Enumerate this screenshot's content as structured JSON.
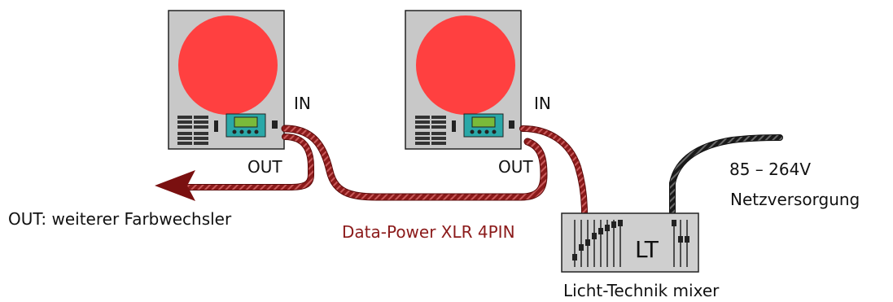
{
  "labels": {
    "in_1": "IN",
    "in_2": "IN",
    "out_1": "OUT",
    "out_2": "OUT",
    "out_caption": "OUT: weiterer Farbwechsler",
    "cable_caption": "Data-Power XLR 4PIN",
    "mixer_caption": "Licht-Technik mixer",
    "mixer_text": "LT",
    "voltage": "85 – 264V",
    "power_supply": "Netzversorgung"
  },
  "colors": {
    "fixture_body": "#c8c8c8",
    "lens": "#ff4040",
    "data_cable": "#8b1a1a",
    "power_cable": "#1a1a1a",
    "display": "#2aa8a8",
    "mixer_body": "#cfcfcf"
  },
  "icons": {
    "fixture": "color-changer-icon",
    "mixer": "mixer-icon",
    "arrow": "arrow-left-icon"
  }
}
